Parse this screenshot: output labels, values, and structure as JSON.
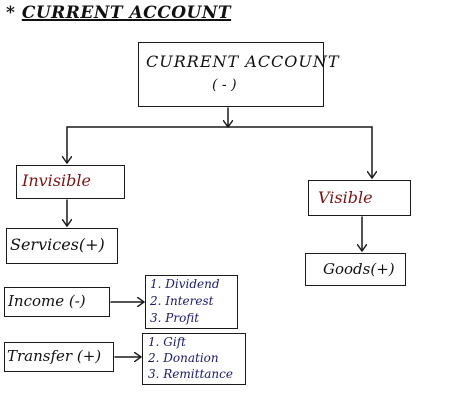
{
  "heading": {
    "star": "*",
    "text": "CURRENT ACCOUNT"
  },
  "root": {
    "title": "CURRENT ACCOUNT",
    "sign": "( - )"
  },
  "invisible": {
    "label": "Invisible"
  },
  "visible": {
    "label": "Visible"
  },
  "services": {
    "label": "Services(+)"
  },
  "goods": {
    "label": "Goods(+)"
  },
  "income": {
    "label": "Income (-)",
    "items": [
      "1. Dividend",
      "2. Interest",
      "3. Profit"
    ]
  },
  "transfer": {
    "label": "Transfer (+)",
    "items": [
      "1. Gift",
      "2. Donation",
      "3. Remittance"
    ]
  },
  "colors": {
    "ink": "#111111",
    "category": "#7a1414",
    "list": "#1a1a6a"
  }
}
